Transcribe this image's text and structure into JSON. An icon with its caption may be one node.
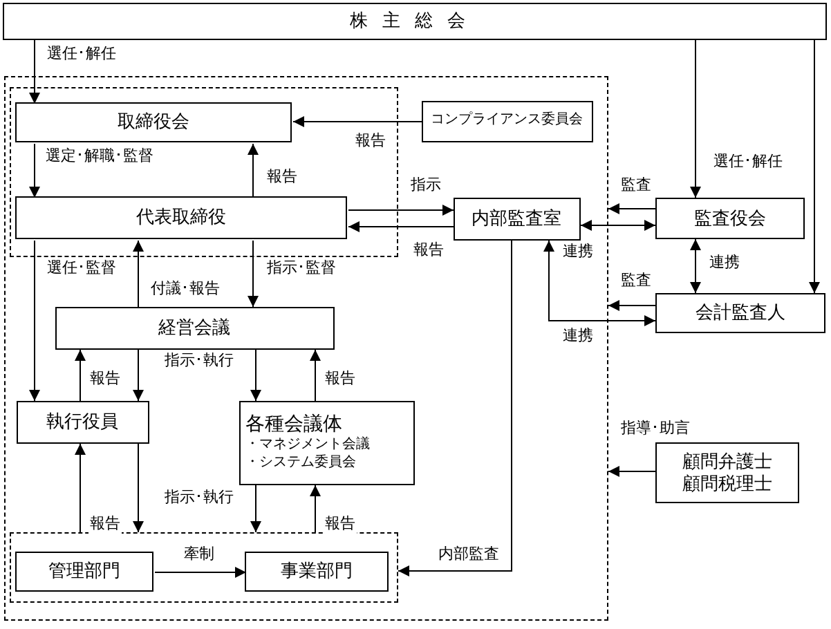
{
  "diagram": {
    "nodes": [
      {
        "text": [
          "株主総会"
        ]
      },
      {
        "text": [],
        "shape": "box"
      },
      {
        "text": [],
        "shape": "box",
        "in": 1
      },
      {
        "text": [
          "取締役会"
        ],
        "in": 2
      },
      {
        "text": [
          "代表取締役"
        ],
        "in": 2
      },
      {
        "text": [
          "コンプライアンス委員会"
        ],
        "in": 1
      },
      {
        "text": [
          "内部監査室"
        ],
        "in": 1
      },
      {
        "text": [
          "経営会議"
        ],
        "in": 1
      },
      {
        "text": [
          "執行役員"
        ],
        "in": 1
      },
      {
        "text": [
          "各種会議体",
          "・マネジメント会議",
          "・システム委員会"
        ],
        "in": 1
      },
      {
        "text": [],
        "shape": "box",
        "in": 1
      },
      {
        "text": [
          "管理部門"
        ],
        "in": 10
      },
      {
        "text": [
          "事業部門"
        ],
        "in": 10
      },
      {
        "text": [
          "監査役会"
        ]
      },
      {
        "text": [
          "会計監査人"
        ]
      },
      {
        "text": [
          "顧問弁護士",
          "顧問税理士"
        ]
      }
    ],
    "edges": [
      {
        "from": 0,
        "to": 3,
        "arrow": "to",
        "label": "選任･解任"
      },
      {
        "from": 0,
        "to": 13,
        "arrow": "to",
        "label": "選任･解任"
      },
      {
        "from": 0,
        "to": 14,
        "arrow": "to"
      },
      {
        "from": 5,
        "to": 3,
        "arrow": "to",
        "label": "報告"
      },
      {
        "from": 3,
        "to": 4,
        "arrow": "to",
        "label": "選定･解職･監督"
      },
      {
        "from": 4,
        "to": 3,
        "arrow": "to",
        "label": "報告"
      },
      {
        "from": 4,
        "to": 6,
        "arrow": "to",
        "label": "指示"
      },
      {
        "from": 6,
        "to": 4,
        "arrow": "to",
        "label": "報告"
      },
      {
        "from": 6,
        "to": 13,
        "arrow": "both",
        "label": "連携"
      },
      {
        "from": 13,
        "to": 1,
        "arrow": "to",
        "label": "監査"
      },
      {
        "from": 13,
        "to": 14,
        "arrow": "both",
        "label": "連携"
      },
      {
        "from": 14,
        "to": 1,
        "arrow": "to",
        "label": "監査"
      },
      {
        "from": 6,
        "to": 14,
        "arrow": "both",
        "label": "連携"
      },
      {
        "from": 6,
        "to": 10,
        "arrow": "to",
        "label": "内部監査"
      },
      {
        "from": 15,
        "to": 1,
        "arrow": "to",
        "label": "指導･助言"
      },
      {
        "from": 4,
        "to": 8,
        "arrow": "to",
        "label": "選任･監督"
      },
      {
        "from": 7,
        "to": 4,
        "arrow": "to",
        "label": "付議･報告"
      },
      {
        "from": 4,
        "to": 7,
        "arrow": "to",
        "label": "指示･監督"
      },
      {
        "from": 8,
        "to": 7,
        "arrow": "to",
        "label": "報告"
      },
      {
        "from": 7,
        "to": 8,
        "arrow": "to",
        "label": "指示･執行"
      },
      {
        "from": 7,
        "to": 9,
        "arrow": "to"
      },
      {
        "from": 9,
        "to": 7,
        "arrow": "to",
        "label": "報告"
      },
      {
        "from": 10,
        "to": 8,
        "arrow": "to",
        "label": "報告"
      },
      {
        "from": 8,
        "to": 10,
        "arrow": "to",
        "label": "指示･執行"
      },
      {
        "from": 9,
        "to": 10,
        "arrow": "to"
      },
      {
        "from": 10,
        "to": 9,
        "arrow": "to",
        "label": "報告"
      },
      {
        "from": 11,
        "to": 12,
        "arrow": "to",
        "label": "牽制"
      }
    ]
  }
}
